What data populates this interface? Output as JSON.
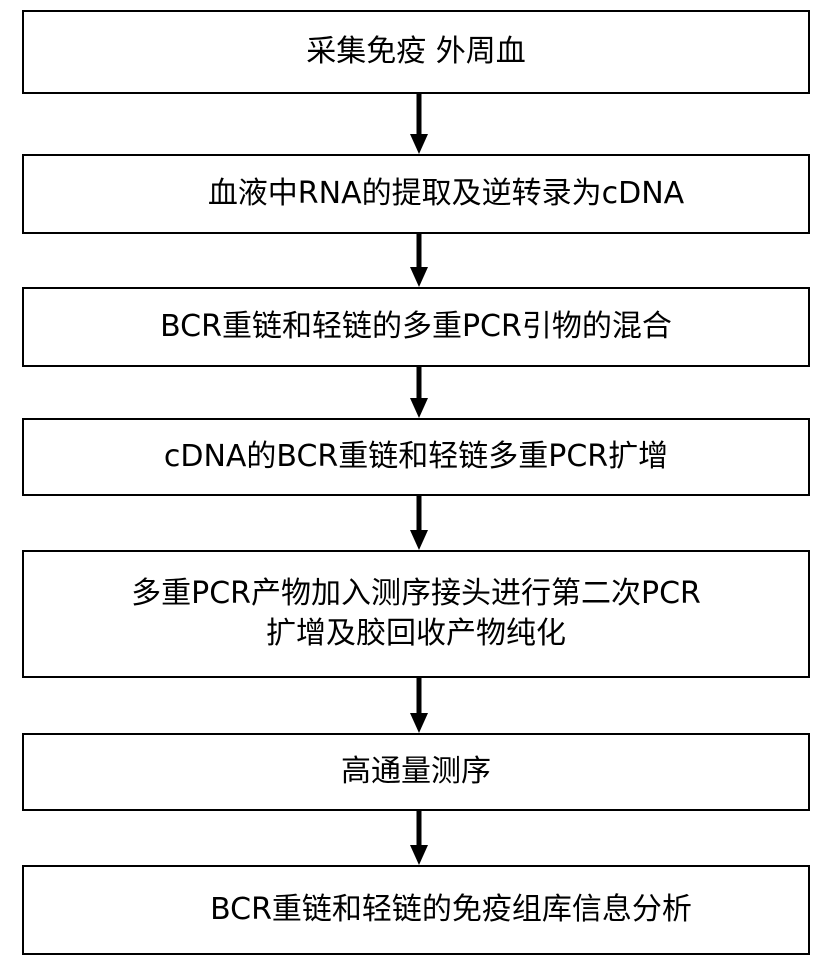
{
  "flowchart": {
    "steps": [
      "采集免疫 外周血",
      "血液中RNA的提取及逆转录为cDNA",
      "BCR重链和轻链的多重PCR引物的混合",
      "cDNA的BCR重链和轻链多重PCR扩增",
      "多重PCR产物加入测序接头进行第二次PCR\n扩增及胶回收产物纯化",
      "高通量测序",
      "BCR重链和轻链的免疫组库信息分析"
    ]
  }
}
